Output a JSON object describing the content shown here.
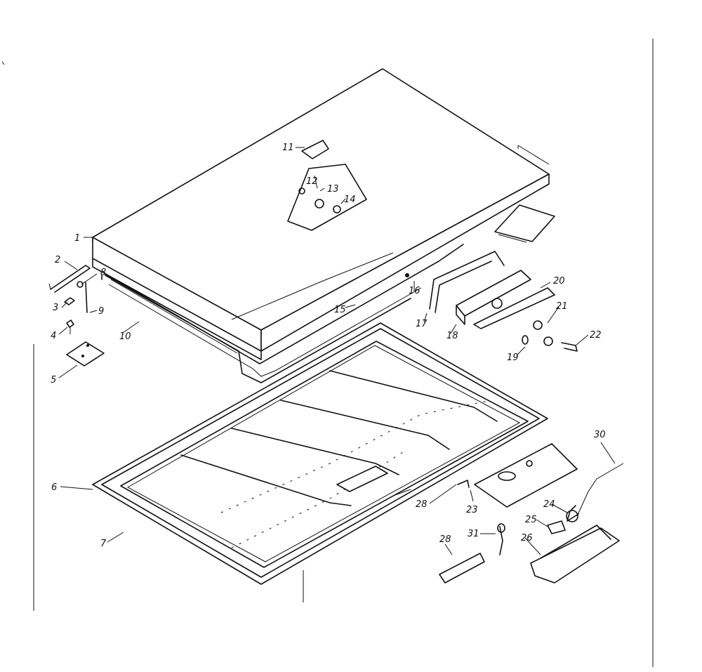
{
  "diagram": {
    "callouts": [
      {
        "id": "1",
        "text": "1"
      },
      {
        "id": "2",
        "text": "2"
      },
      {
        "id": "3",
        "text": "3"
      },
      {
        "id": "4",
        "text": "4"
      },
      {
        "id": "5",
        "text": "5"
      },
      {
        "id": "6",
        "text": "6"
      },
      {
        "id": "7",
        "text": "7"
      },
      {
        "id": "8",
        "text": "8"
      },
      {
        "id": "9",
        "text": "9"
      },
      {
        "id": "10",
        "text": "10"
      },
      {
        "id": "11",
        "text": "11"
      },
      {
        "id": "12",
        "text": "12"
      },
      {
        "id": "13",
        "text": "13"
      },
      {
        "id": "14",
        "text": "14"
      },
      {
        "id": "15",
        "text": "15"
      },
      {
        "id": "16",
        "text": "16"
      },
      {
        "id": "17",
        "text": "17"
      },
      {
        "id": "18",
        "text": "18"
      },
      {
        "id": "19",
        "text": "19"
      },
      {
        "id": "20",
        "text": "20"
      },
      {
        "id": "21",
        "text": "21"
      },
      {
        "id": "22",
        "text": "22"
      },
      {
        "id": "23",
        "text": "23"
      },
      {
        "id": "24",
        "text": "24"
      },
      {
        "id": "25",
        "text": "25"
      },
      {
        "id": "26",
        "text": "26"
      },
      {
        "id": "28a",
        "text": "28"
      },
      {
        "id": "28b",
        "text": "28"
      },
      {
        "id": "30",
        "text": "30"
      },
      {
        "id": "31",
        "text": "31"
      }
    ]
  }
}
